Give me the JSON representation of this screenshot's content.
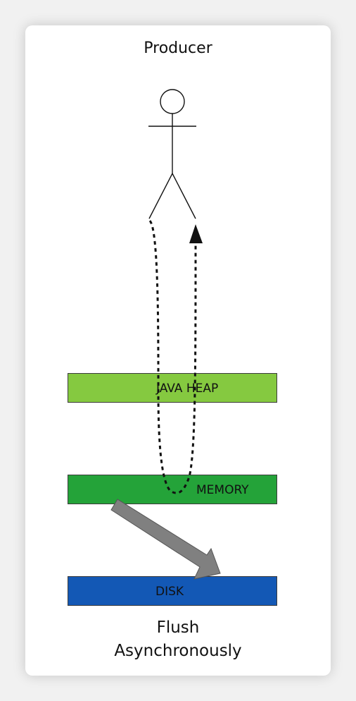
{
  "producer": {
    "label": "Producer"
  },
  "layers": {
    "java_heap": {
      "label": "JAVA HEAP",
      "color": "#85c940"
    },
    "memory": {
      "label": "MEMORY",
      "color": "#24a339"
    },
    "disk": {
      "label": "DISK",
      "color": "#1358b5"
    }
  },
  "flush": {
    "line1": "Flush",
    "line2": "Asynchronously"
  },
  "arrow_color": "#808080"
}
